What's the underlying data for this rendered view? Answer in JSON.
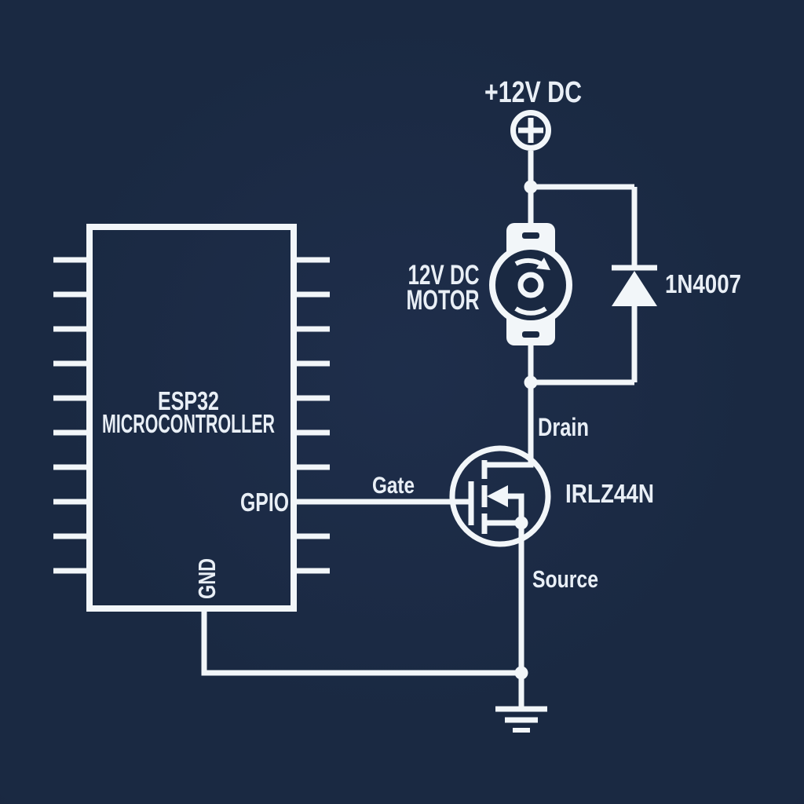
{
  "colors": {
    "background": "#1a2942",
    "line": "#f2f6f9",
    "text": "#e9eff6"
  },
  "power_supply": {
    "label": "+12V DC"
  },
  "dc_motor": {
    "label_line1": "12V DC",
    "label_line2": "MOTOR"
  },
  "flyback_diode": {
    "part_number": "1N4007"
  },
  "mosfet": {
    "part_number": "IRLZ44N",
    "gate_label": "Gate",
    "drain_label": "Drain",
    "source_label": "Source"
  },
  "microcontroller": {
    "name_line1": "ESP32",
    "name_line2": "MICROCONTROLLER",
    "gpio_pin_label": "GPIO",
    "gnd_pin_label": "GND"
  }
}
